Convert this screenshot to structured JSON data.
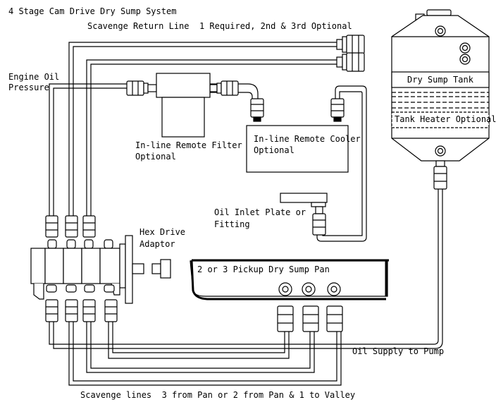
{
  "diagram": {
    "title": "4 Stage Cam Drive Dry Sump System",
    "labels": {
      "scavenge_return": "Scavenge Return Line  1 Required, 2nd & 3rd Optional",
      "engine_oil_pressure_1": "Engine Oil",
      "engine_oil_pressure_2": "Pressure",
      "filter_1": "In-line Remote Filter",
      "filter_2": "Optional",
      "cooler_1": "In-line Remote Cooler",
      "cooler_2": "Optional",
      "inlet_plate_1": "Oil Inlet Plate or",
      "inlet_plate_2": "Fitting",
      "hex_drive_1": "Hex Drive",
      "hex_drive_2": "Adaptor",
      "pan": "2 or 3 Pickup Dry Sump Pan",
      "tank": "Dry Sump Tank",
      "tank_heater": "Tank Heater Optional",
      "oil_supply": "Oil Supply to Pump",
      "scavenge_lines": "Scavenge lines  3 from Pan or 2 from Pan & 1 to Valley"
    },
    "colors": {
      "line": "#000000",
      "fill": "#ffffff"
    }
  }
}
